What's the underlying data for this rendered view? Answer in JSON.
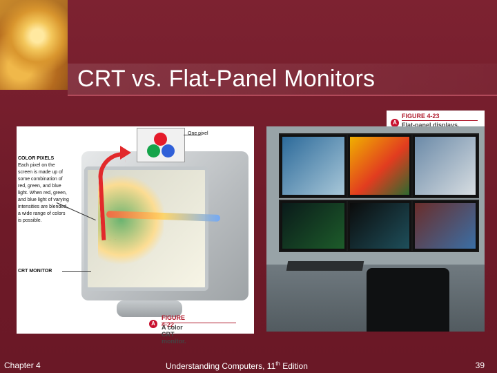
{
  "slide": {
    "title": "CRT vs. Flat-Panel Monitors"
  },
  "left_figure": {
    "pixel_label": "One pixel",
    "color_pixels_heading": "COLOR PIXELS",
    "color_pixels_text": "Each pixel on the screen is made up of some combination of red, green, and blue light. When red, green, and blue light of varying intensities are blended, a wide range of colors is possible.",
    "crt_label": "CRT MONITOR",
    "figure_number": "FIGURE 4-22",
    "figure_caption": "A color CRT monitor."
  },
  "right_figure": {
    "figure_number": "FIGURE 4-23",
    "figure_caption": "Flat-panel displays."
  },
  "footer": {
    "chapter": "Chapter 4",
    "book_title": "Understanding Computers, 11",
    "edition_suffix": "th",
    "edition_tail": " Edition",
    "page_number": "39"
  },
  "colors": {
    "background": "#7a1f2e",
    "accent_red": "#b01c2e",
    "pixel_red": "#e51b2a",
    "pixel_green": "#15a44a",
    "pixel_blue": "#3060d8"
  }
}
